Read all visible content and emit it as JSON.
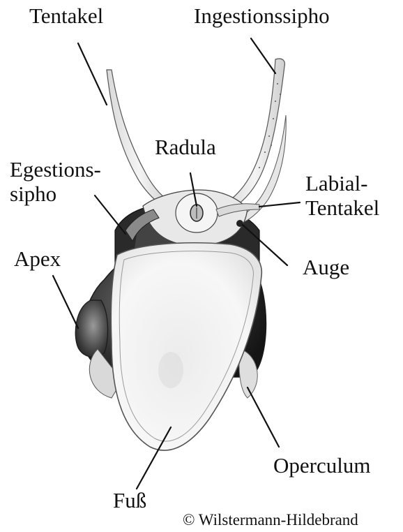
{
  "labels": {
    "tentakel": "Tentakel",
    "ingestionssipho": "Ingestionssipho",
    "radula": "Radula",
    "egestionssipho_1": "Egestions-",
    "egestionssipho_2": "sipho",
    "labial_1": "Labial-",
    "labial_2": "Tentakel",
    "apex": "Apex",
    "auge": "Auge",
    "operculum": "Operculum",
    "fuss": "Fuß"
  },
  "copyright": "© Wilstermann-Hildebrand"
}
